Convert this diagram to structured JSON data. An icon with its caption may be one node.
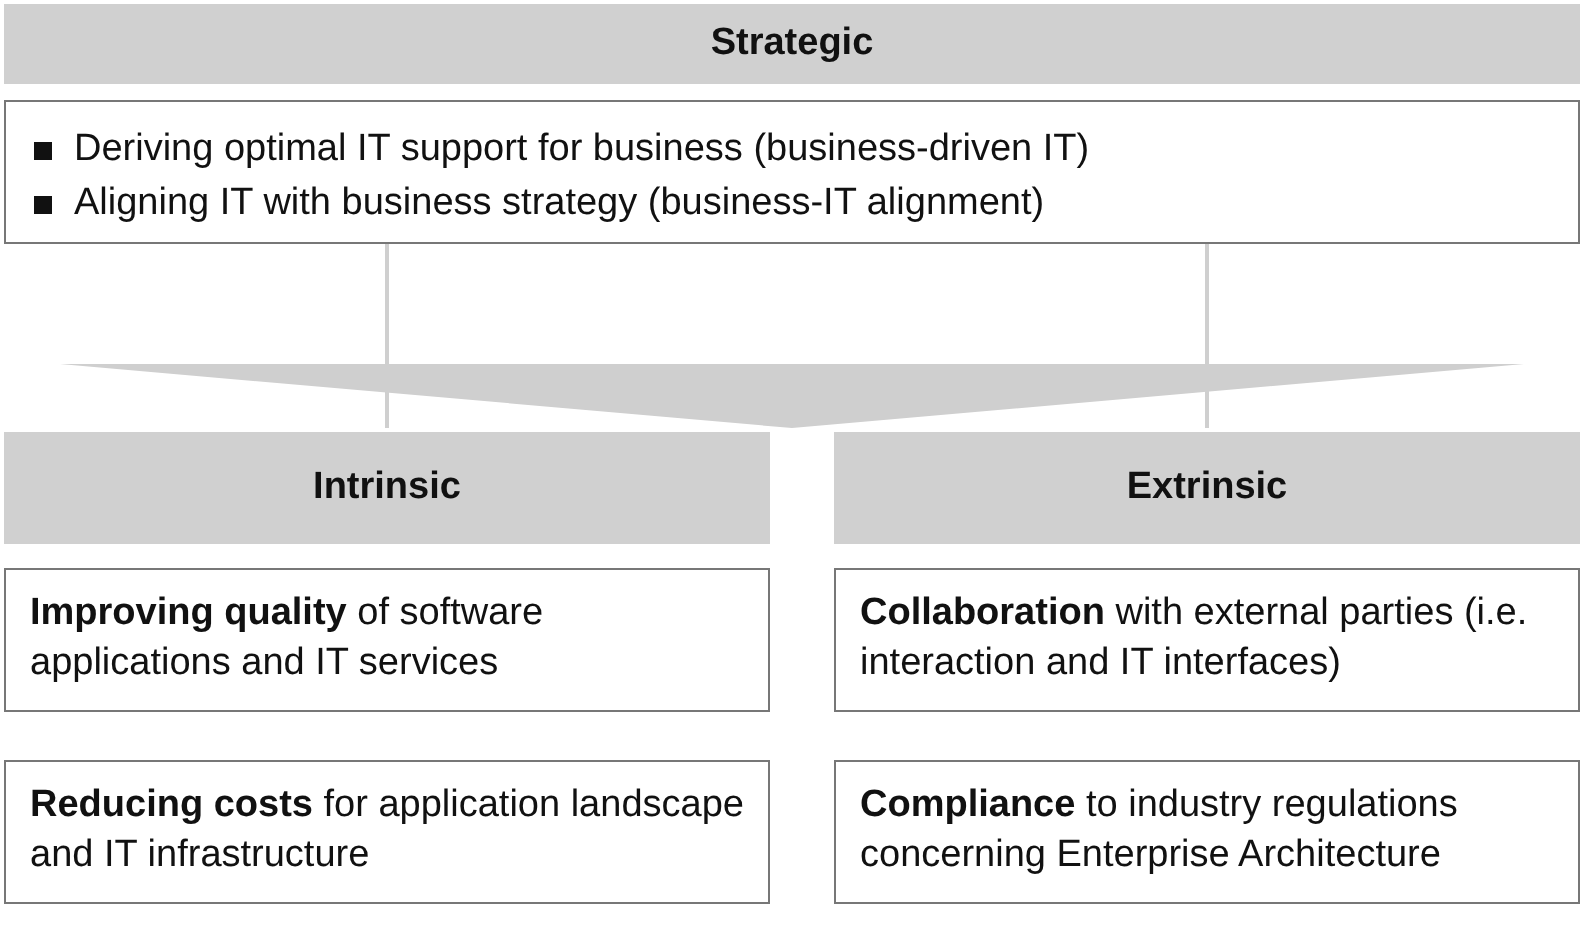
{
  "diagram": {
    "nodes": [
      {
        "text": [
          "Strategic"
        ]
      },
      {
        "text": [
          "Deriving optimal IT support for business (business-driven IT)",
          "Aligning IT with business strategy (business-IT alignment)"
        ]
      },
      {
        "text": [
          "Intrinsic"
        ]
      },
      {
        "text": [
          "**Improving quality** of software applications and IT services"
        ]
      },
      {
        "text": [
          "**Reducing costs** for application landscape and IT infrastructure"
        ]
      },
      {
        "text": [
          "Extrinsic"
        ]
      },
      {
        "text": [
          "**Collaboration** with external parties (i.e. interaction and IT interfaces)"
        ]
      },
      {
        "text": [
          "**Compliance** to industry regulations concerning Enterprise Architecture"
        ]
      }
    ],
    "edges": [
      {
        "from": 1,
        "to": 2,
        "arrow": "to"
      },
      {
        "from": 1,
        "to": 5,
        "arrow": "to"
      }
    ]
  }
}
